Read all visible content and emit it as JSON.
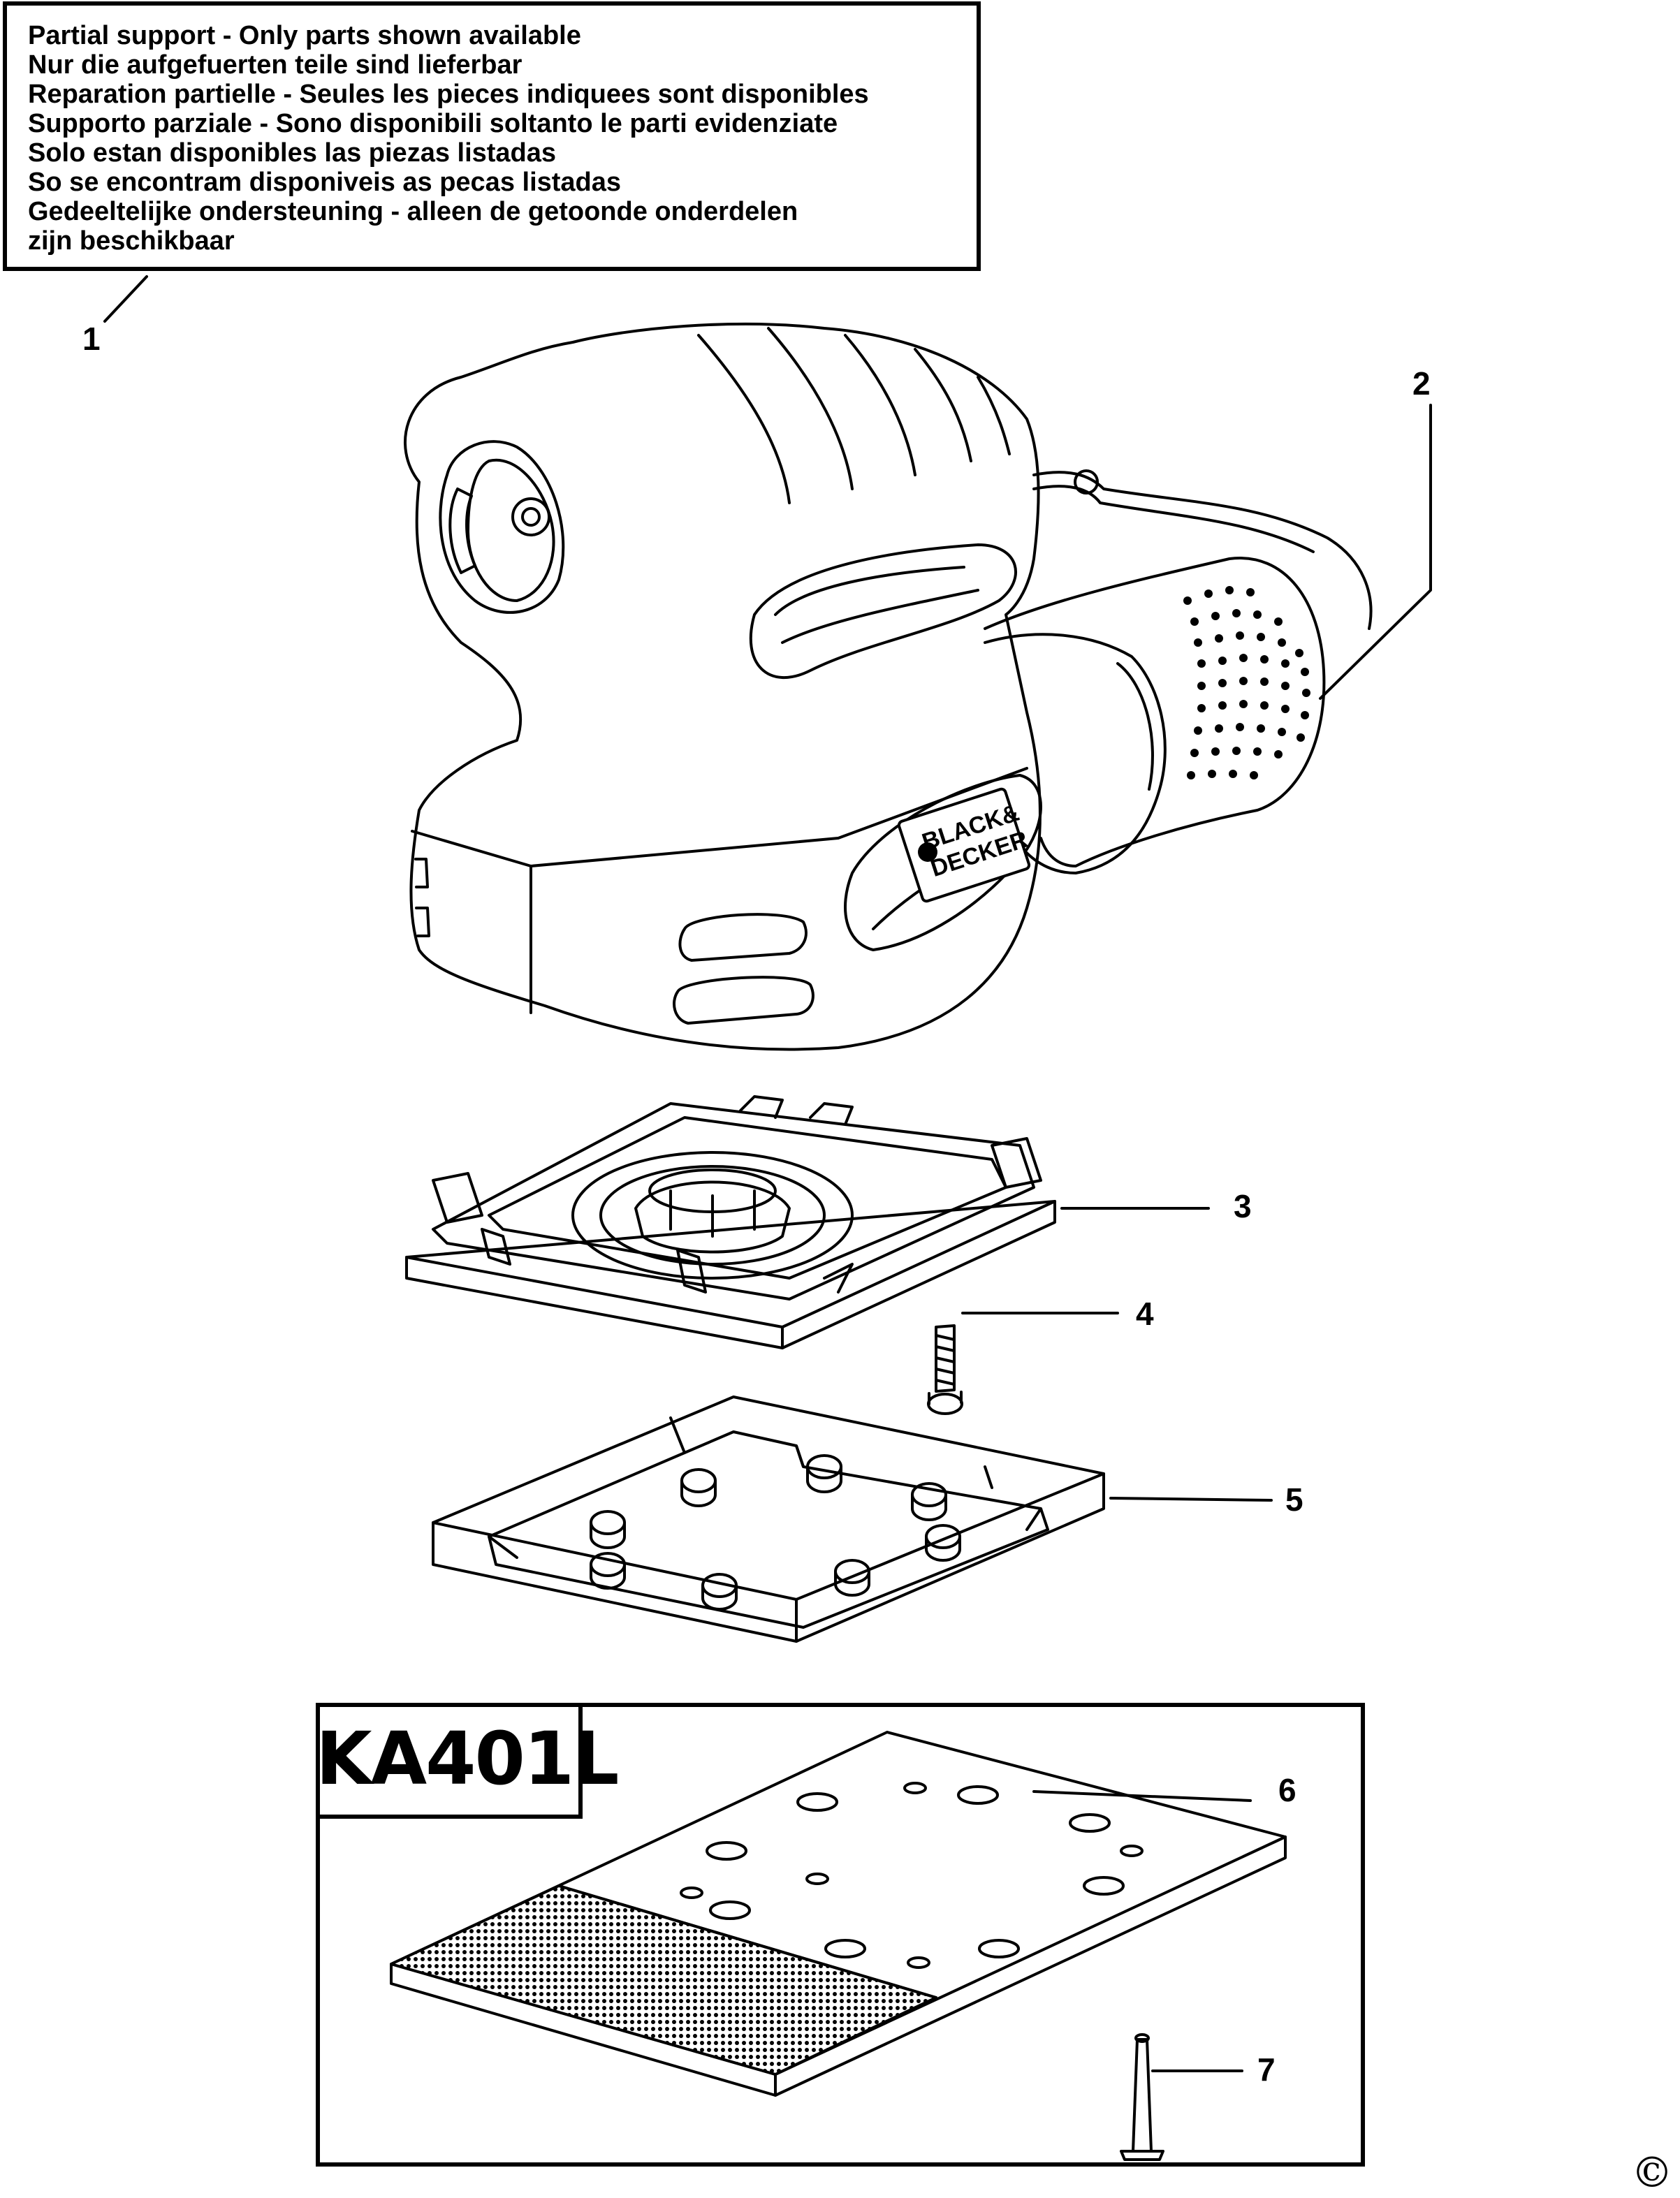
{
  "notice": {
    "lines": [
      "Partial support - Only parts shown available",
      "Nur die aufgefuerten teile sind lieferbar",
      "Reparation partielle - Seules les pieces indiquees sont disponibles",
      "Supporto parziale - Sono disponibili soltanto le parti evidenziate",
      "Solo estan disponibles las piezas listadas",
      "So se encontram disponiveis as pecas listadas",
      "Gedeeltelijke ondersteuning - alleen de getoonde onderdelen",
      "zijn beschikbaar"
    ]
  },
  "callouts": [
    "1",
    "2",
    "3",
    "4",
    "5",
    "6",
    "7"
  ],
  "brand": {
    "line1": "BLACK&",
    "line2": "DECKER"
  },
  "kit": {
    "label": "KA401L"
  },
  "copyright": "©"
}
